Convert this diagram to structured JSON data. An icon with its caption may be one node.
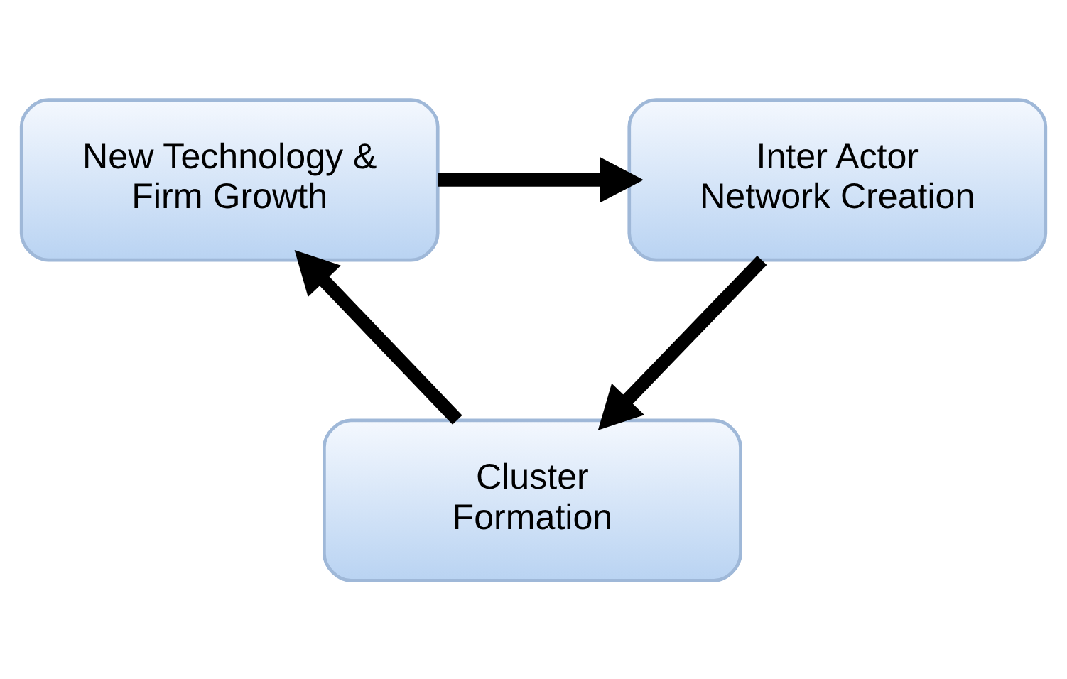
{
  "diagram": {
    "nodes": [
      {
        "text": [
          "New Technology & Firm Growth"
        ]
      },
      {
        "text": [
          "Inter Actor Network Creation"
        ]
      },
      {
        "text": [
          "Cluster Formation"
        ]
      }
    ],
    "edges": [
      {
        "from": 0,
        "to": 1,
        "arrow": "to"
      },
      {
        "from": 1,
        "to": 2,
        "arrow": "to"
      },
      {
        "from": 2,
        "to": 0,
        "arrow": "to"
      }
    ]
  }
}
